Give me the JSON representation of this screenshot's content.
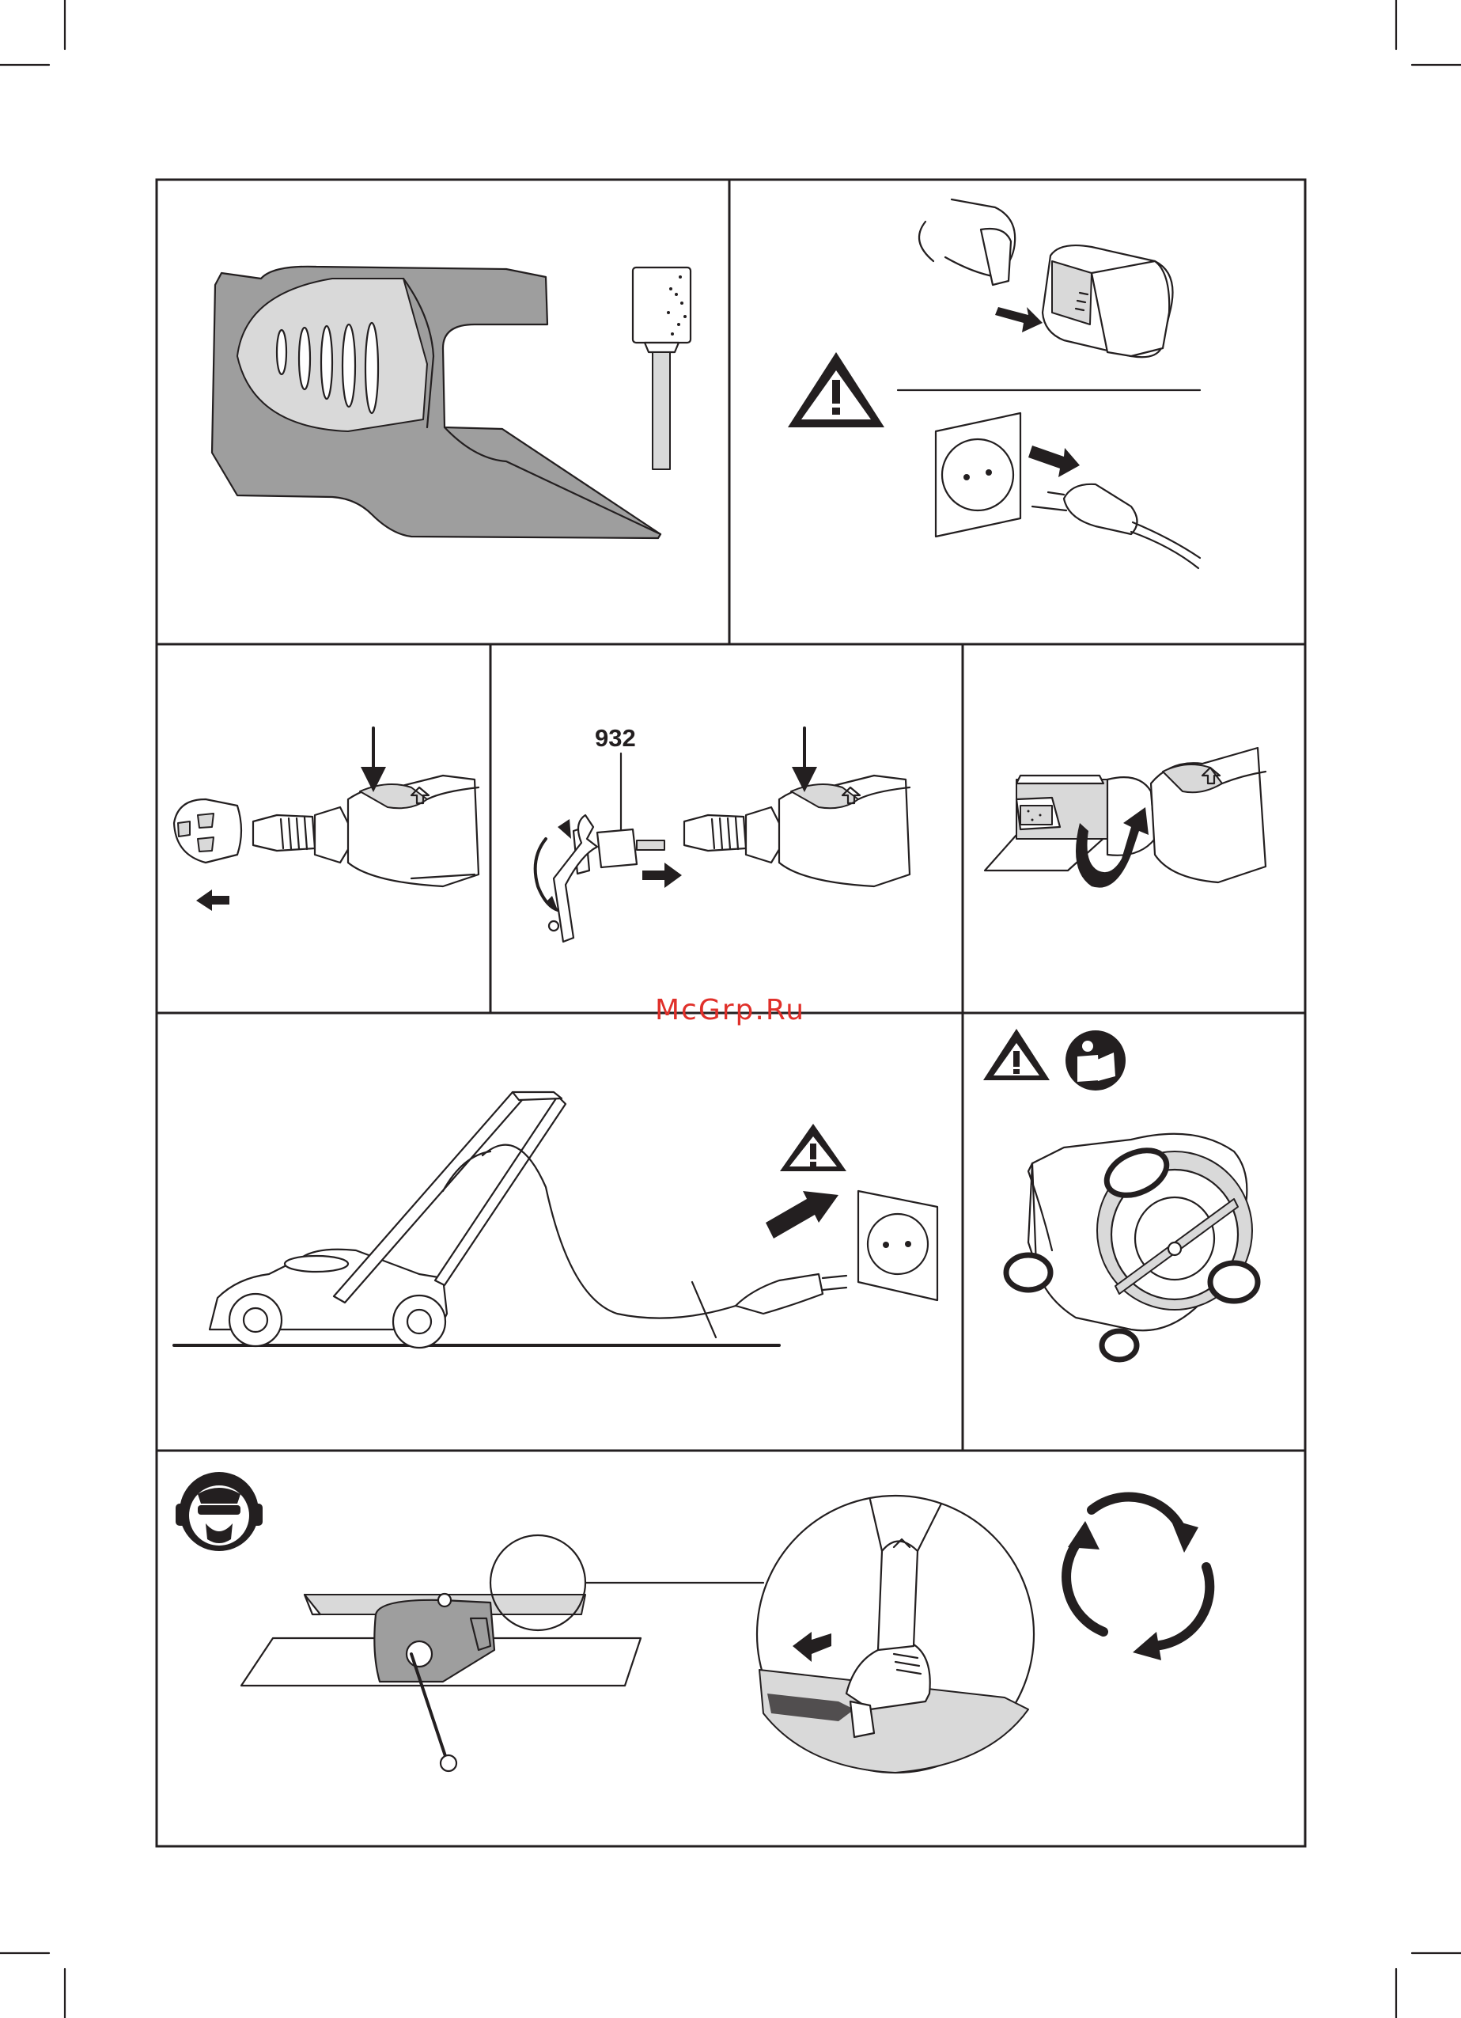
{
  "document": {
    "type": "instruction-manual-figure-page"
  },
  "panels": [
    {
      "id": "panel-1",
      "icons": [
        "sharpening-attachment",
        "grinding-stone-bit"
      ]
    },
    {
      "id": "panel-2",
      "icons": [
        "warning-icon",
        "battery-removal",
        "unplug-socket"
      ]
    },
    {
      "id": "panel-3",
      "icons": [
        "collet-nut-removal",
        "lock-button"
      ]
    },
    {
      "id": "panel-4",
      "label": "932",
      "icons": [
        "wrench-icon",
        "grinding-bit-insert"
      ]
    },
    {
      "id": "panel-5",
      "icons": [
        "attachment-mount-rotate"
      ]
    },
    {
      "id": "panel-6",
      "icons": [
        "lawn-mower",
        "warning-icon",
        "unplug-socket"
      ]
    },
    {
      "id": "panel-7",
      "icons": [
        "warning-icon",
        "read-manual-icon",
        "mower-blade-underside"
      ]
    },
    {
      "id": "panel-8",
      "icons": [
        "protective-gear-icon",
        "blade-in-vise",
        "sharpening-detail",
        "repeat-cycle-icon"
      ]
    }
  ],
  "watermark": {
    "text": "McGrp.Ru"
  },
  "colors": {
    "line": "#231f20",
    "tool_gray": "#9e9e9e",
    "light_gray": "#d9d9d9",
    "watermark": "#e0302a"
  }
}
